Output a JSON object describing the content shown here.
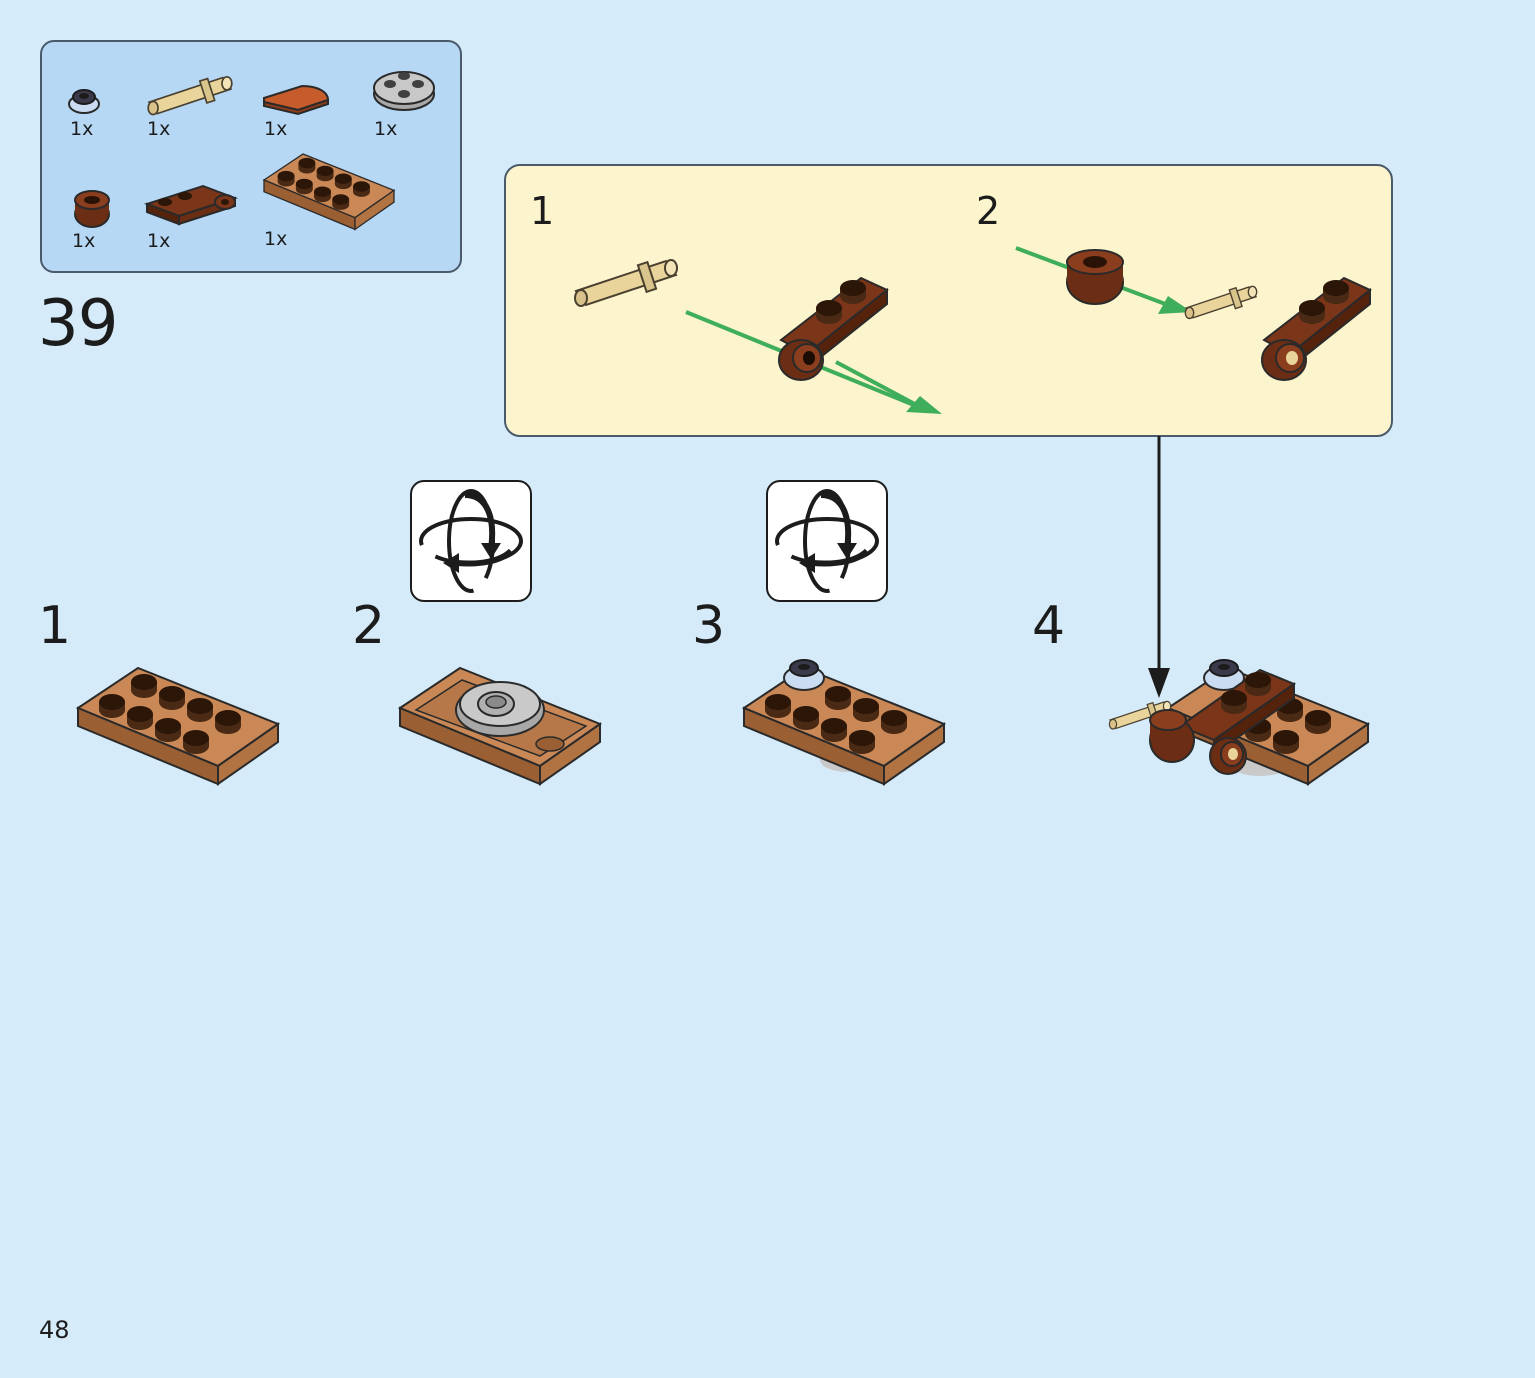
{
  "parts_list": {
    "items": [
      {
        "name": "round-clip-icon",
        "quantity": "1x"
      },
      {
        "name": "technic-pin-icon",
        "quantity": "1x"
      },
      {
        "name": "curved-slope-icon",
        "quantity": "1x"
      },
      {
        "name": "turntable-base-icon",
        "quantity": "1x"
      },
      {
        "name": "cylinder-bush-icon",
        "quantity": "1x"
      },
      {
        "name": "plate-with-hole-icon",
        "quantity": "1x"
      },
      {
        "name": "plate-2x4-icon",
        "quantity": "1x"
      }
    ]
  },
  "step": {
    "number": "39"
  },
  "sub_assembly": {
    "steps": [
      {
        "number": "1"
      },
      {
        "number": "2"
      }
    ]
  },
  "rotate_icons": [
    "rotate-model-icon",
    "rotate-model-icon"
  ],
  "main_steps": [
    {
      "number": "1"
    },
    {
      "number": "2"
    },
    {
      "number": "3"
    },
    {
      "number": "4"
    }
  ],
  "page": {
    "number": "48"
  },
  "colors": {
    "background": "#d5ebf9",
    "parts_box": "#b7d8f5",
    "sub_box": "#fcf4cc",
    "medium_nougat": "#b87548",
    "reddish_brown": "#6b2e14",
    "tan": "#e9d49b",
    "light_gray": "#a8a8a8",
    "arrow_green": "#3fae5a"
  }
}
